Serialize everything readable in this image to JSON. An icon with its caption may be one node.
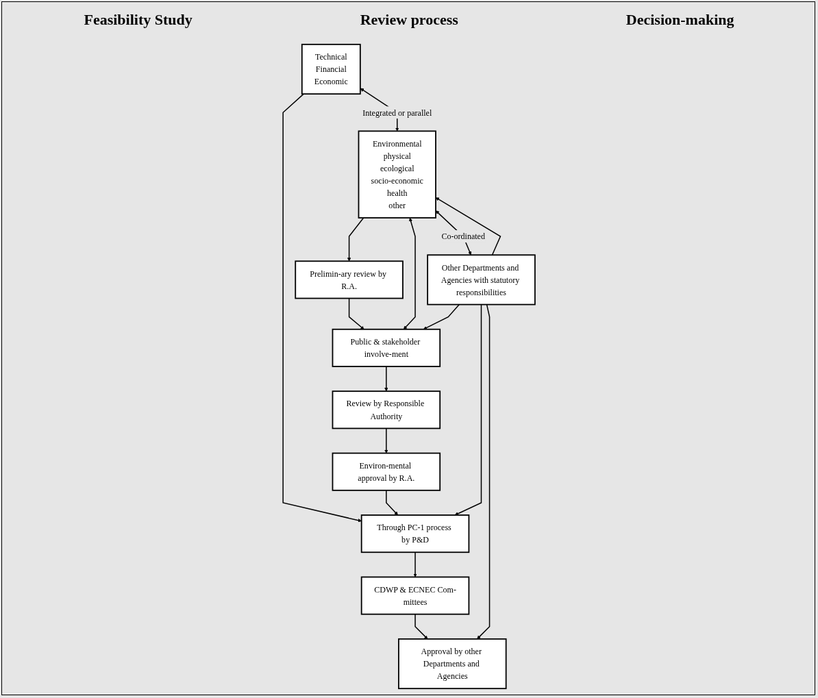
{
  "diagram": {
    "nodes": [
      {
        "text": [
          "Technical",
          "Financial",
          "Economic"
        ]
      },
      {
        "text": [
          "Through PC-1 process by P&D"
        ]
      },
      {
        "text": [
          "CDWP & ECNEC Com-mittees"
        ]
      },
      {
        "text": [
          "Environ-mental approval by R.A."
        ]
      },
      {
        "text": [
          "Environmental",
          "physical",
          "ecological",
          "socio-economic",
          "health",
          "other"
        ]
      },
      {
        "text": [
          "Prelimin-ary review by R.A."
        ]
      },
      {
        "text": [
          "Public & stakeholder involve-ment"
        ]
      },
      {
        "text": [
          "Review by Responsible Authority"
        ]
      },
      {
        "text": [
          "Other Departments and Agencies with statutory responsibilities"
        ]
      },
      {
        "text": [
          "Approval by other Departments and Agencies"
        ]
      }
    ],
    "edges": [
      {
        "from": 0,
        "to": 1,
        "arrow": "to"
      },
      {
        "from": 1,
        "to": 2,
        "arrow": "to"
      },
      {
        "from": 0,
        "to": 4,
        "arrow": "both",
        "label": "Integrated or parallel"
      },
      {
        "from": 4,
        "to": 5,
        "arrow": "to"
      },
      {
        "from": 5,
        "to": 6,
        "arrow": "to"
      },
      {
        "from": 4,
        "to": 6,
        "arrow": "both"
      },
      {
        "from": 8,
        "to": 4,
        "arrow": "to"
      },
      {
        "from": 8,
        "to": 6,
        "arrow": "to"
      },
      {
        "from": 6,
        "to": 7,
        "arrow": "to"
      },
      {
        "from": 7,
        "to": 3,
        "arrow": "to"
      },
      {
        "from": 3,
        "to": 1,
        "arrow": "to"
      },
      {
        "from": 8,
        "to": 1,
        "arrow": "to"
      },
      {
        "from": 4,
        "to": 8,
        "arrow": "both",
        "label": "Co-ordinated"
      },
      {
        "from": 2,
        "to": 9,
        "arrow": "to"
      },
      {
        "from": 8,
        "to": 9,
        "arrow": "to"
      }
    ],
    "labels": [
      "Feasibility Study",
      "Review process",
      "Decision-making"
    ]
  }
}
